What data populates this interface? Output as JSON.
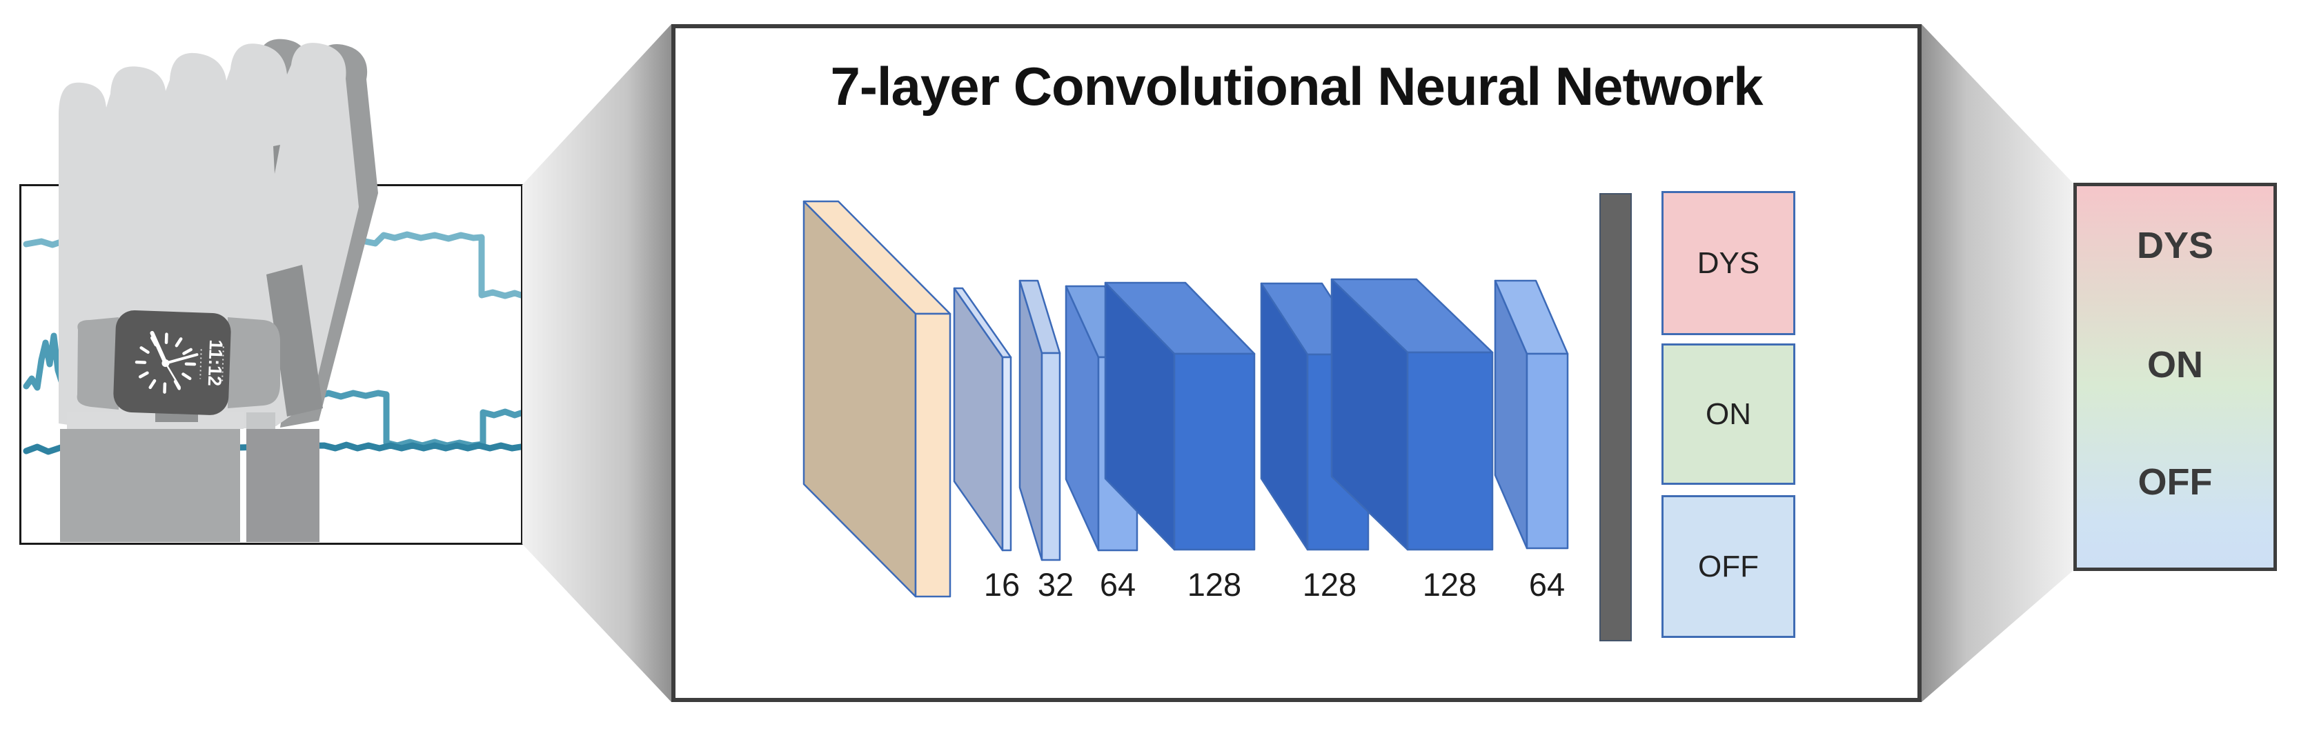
{
  "title": "7-layer Convolutional Neural Network",
  "cnn": {
    "layer_sizes": [
      "16",
      "32",
      "64",
      "128",
      "128",
      "128",
      "64"
    ],
    "outputs": [
      {
        "label": "DYS",
        "fill": "#f4c9cb"
      },
      {
        "label": "ON",
        "fill": "#d7e8d2"
      },
      {
        "label": "OFF",
        "fill": "#cfe1f3"
      }
    ],
    "flatten_bar_color": "#646464",
    "block_outline_color": "#3c6ab8",
    "input_block_color": "#c9b79d",
    "conv_block_color": "#3d73d1"
  },
  "legend": {
    "labels": [
      "DYS",
      "ON",
      "OFF"
    ],
    "gradient_css": "linear-gradient(180deg,#f5c6ca 0%,#e4d9ce 28%,#d9ead3 52%,#cfe2f3 88%,#cddff4 100%)"
  },
  "watch": {
    "time": "11:12"
  },
  "signals": {
    "trace_colors": [
      "#76b5c9",
      "#4d9cb6",
      "#2e82a1"
    ]
  }
}
